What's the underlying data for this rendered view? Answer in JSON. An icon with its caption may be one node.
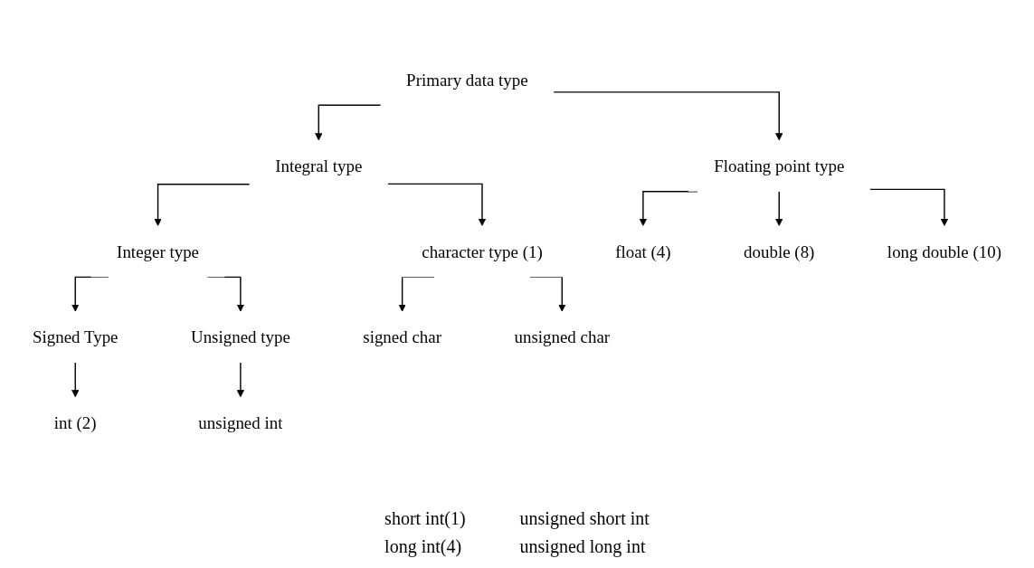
{
  "diagram": {
    "nodes": [
      {
        "text": [
          "Primary data type"
        ]
      },
      {
        "text": [
          "Integral type"
        ]
      },
      {
        "text": [
          "Floating point type"
        ]
      },
      {
        "text": [
          "Integer type"
        ]
      },
      {
        "text": [
          "character type (1)"
        ]
      },
      {
        "text": [
          "float (4)"
        ]
      },
      {
        "text": [
          "double (8)"
        ]
      },
      {
        "text": [
          "long double (10)"
        ]
      },
      {
        "text": [
          "Signed Type"
        ]
      },
      {
        "text": [
          "Unsigned type"
        ]
      },
      {
        "text": [
          "signed char"
        ]
      },
      {
        "text": [
          "unsigned char"
        ]
      },
      {
        "text": [
          "int (2)"
        ]
      },
      {
        "text": [
          "unsigned int"
        ]
      }
    ],
    "edges": [
      {
        "from": 0,
        "to": 1,
        "arrow": "to"
      },
      {
        "from": 0,
        "to": 2,
        "arrow": "to"
      },
      {
        "from": 1,
        "to": 3,
        "arrow": "to"
      },
      {
        "from": 1,
        "to": 4,
        "arrow": "to"
      },
      {
        "from": 2,
        "to": 5,
        "arrow": "to"
      },
      {
        "from": 2,
        "to": 6,
        "arrow": "to"
      },
      {
        "from": 2,
        "to": 7,
        "arrow": "to"
      },
      {
        "from": 3,
        "to": 8,
        "arrow": "to"
      },
      {
        "from": 3,
        "to": 9,
        "arrow": "to"
      },
      {
        "from": 4,
        "to": 10,
        "arrow": "to"
      },
      {
        "from": 4,
        "to": 11,
        "arrow": "to"
      },
      {
        "from": 8,
        "to": 12,
        "arrow": "to"
      },
      {
        "from": 9,
        "to": 13,
        "arrow": "to"
      }
    ],
    "labels": [
      "short int(1)",
      "unsigned short int",
      "long int(4)",
      "unsigned long int"
    ]
  }
}
